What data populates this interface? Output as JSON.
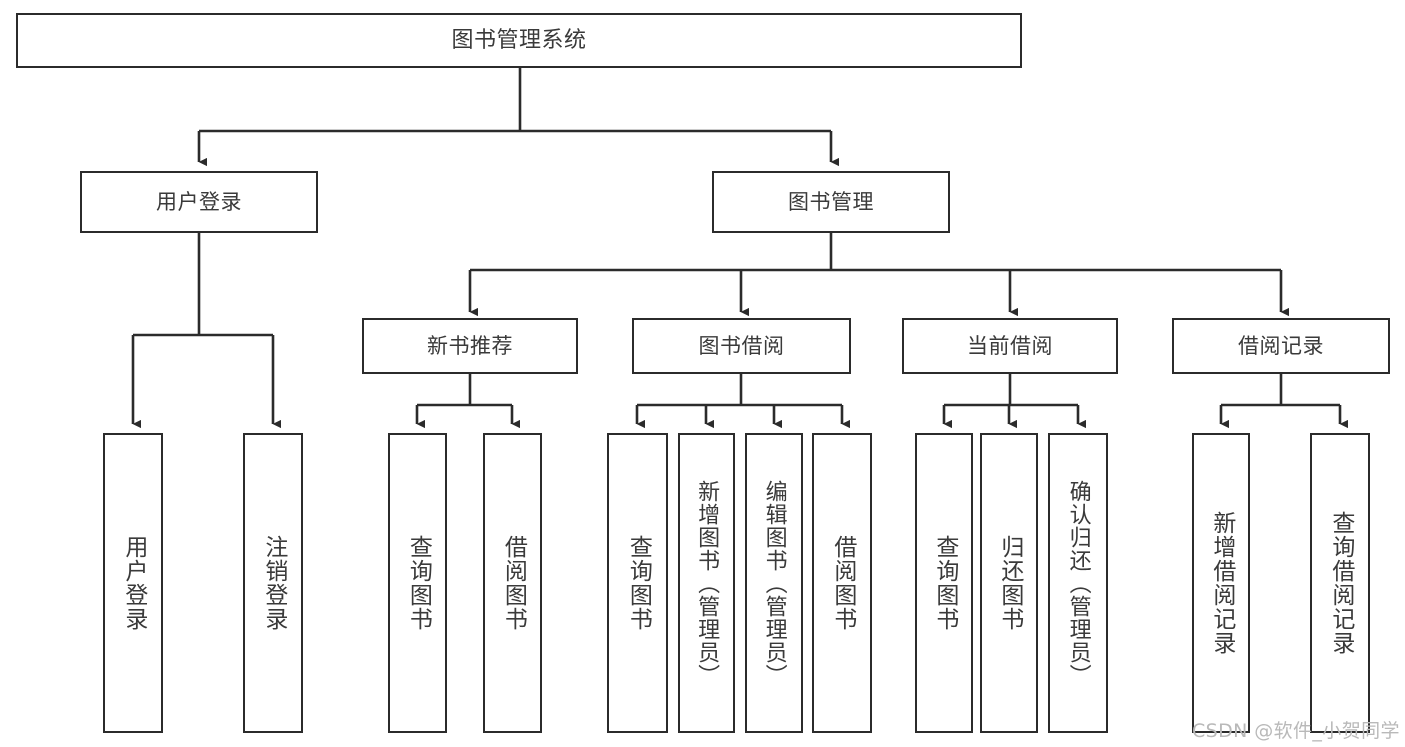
{
  "diagram": {
    "type": "tree",
    "title": "图书管理系统",
    "colors": {
      "stroke": "#2b2b2b",
      "fill": "#ffffff",
      "text": "#3a3a3a",
      "watermark": "#b9b9b9"
    },
    "root": {
      "label": "图书管理系统"
    },
    "level2": [
      {
        "label": "用户登录"
      },
      {
        "label": "图书管理"
      }
    ],
    "level3": [
      {
        "label": "新书推荐"
      },
      {
        "label": "图书借阅"
      },
      {
        "label": "当前借阅"
      },
      {
        "label": "借阅记录"
      }
    ],
    "leaves": {
      "user_login": [
        {
          "label": "用户登录"
        },
        {
          "label": "注销登录"
        }
      ],
      "new_book": [
        {
          "label": "查询图书"
        },
        {
          "label": "借阅图书"
        }
      ],
      "book_borrow": [
        {
          "label": "查询图书"
        },
        {
          "label": "新增图书（管理员）"
        },
        {
          "label": "编辑图书（管理员）"
        },
        {
          "label": "借阅图书"
        }
      ],
      "current_borrow": [
        {
          "label": "查询图书"
        },
        {
          "label": "归还图书"
        },
        {
          "label": "确认归还（管理员）"
        }
      ],
      "borrow_record": [
        {
          "label": "新增借阅记录"
        },
        {
          "label": "查询借阅记录"
        }
      ]
    }
  },
  "watermark": {
    "text": "CSDN @软件_小贺同学"
  }
}
